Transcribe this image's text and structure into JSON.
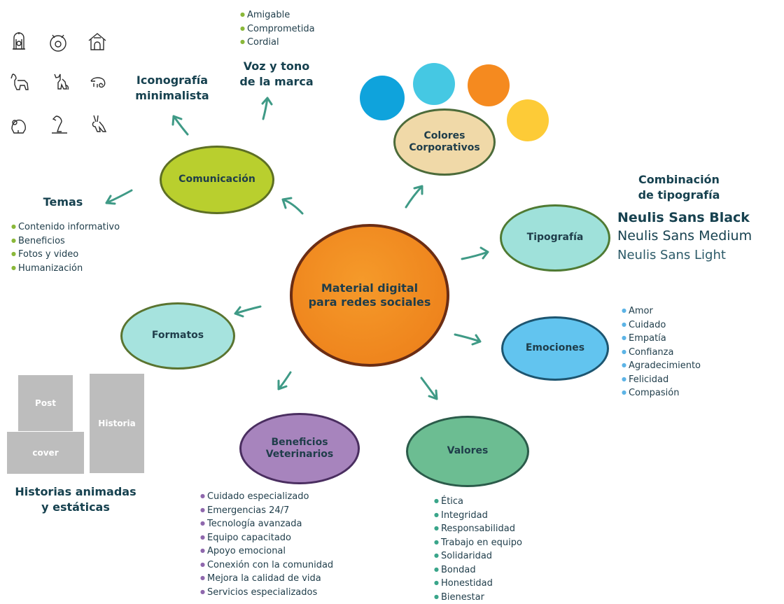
{
  "center": {
    "line1": "Material digital",
    "line2": "para redes sociales"
  },
  "comunicacion": {
    "label": "Comunicación"
  },
  "iconografia": {
    "title_line1": "Iconografía",
    "title_line2": "minimalista",
    "icons": [
      "bird-cage-icon",
      "hamster-ball-icon",
      "doghouse-icon",
      "dog-icon",
      "cat-icon",
      "chameleon-icon",
      "hamster-icon",
      "parrot-icon",
      "rabbit-icon"
    ]
  },
  "voz": {
    "title_line1": "Voz y tono",
    "title_line2": "de la marca",
    "items": [
      "Amigable",
      "Comprometida",
      "Cordial"
    ]
  },
  "colores": {
    "line1": "Colores",
    "line2": "Corporativos",
    "swatches": [
      "#0fa3dc",
      "#45c8e3",
      "#f58a1f",
      "#fdcb37"
    ]
  },
  "temas": {
    "title": "Temas",
    "items": [
      "Contenido informativo",
      "Beneficios",
      "Fotos y video",
      "Humanización"
    ]
  },
  "tipografia": {
    "label": "Tipografía",
    "title_line1": "Combinación",
    "title_line2": "de tipografía",
    "fonts": [
      "Neulis Sans Black",
      "Neulis Sans Medium",
      "Neulis Sans Light"
    ]
  },
  "emociones": {
    "label": "Emociones",
    "items": [
      "Amor",
      "Cuidado",
      "Empatía",
      "Confianza",
      "Agradecimiento",
      "Felicidad",
      "Compasión"
    ]
  },
  "formatos": {
    "label": "Formatos",
    "boxes": [
      "Post",
      "Historia",
      "cover"
    ],
    "caption_line1": "Historias animadas",
    "caption_line2": "y estáticas"
  },
  "beneficios": {
    "line1": "Beneficios",
    "line2": "Veterinarios",
    "items": [
      "Cuidado especializado",
      "Emergencias 24/7",
      "Tecnología avanzada",
      "Equipo capacitado",
      "Apoyo emocional",
      "Conexión con la comunidad",
      "Mejora la calidad de vida",
      "Servicios especializados"
    ]
  },
  "valores": {
    "label": "Valores",
    "items": [
      "Ética",
      "Integridad",
      "Responsabilidad",
      "Trabajo en equipo",
      "Solidaridad",
      "Bondad",
      "Honestidad",
      "Bienestar"
    ]
  },
  "colors": {
    "center": "#f0861c",
    "comunicacion": "#b9cf2e",
    "colores": "#f0d9a8",
    "tipografia": "#9fe1da",
    "emociones": "#62c4ef",
    "formatos": "#a6e3de",
    "beneficios": "#a784bd",
    "valores": "#6cbd92",
    "arrow": "#3f9a86",
    "heading": "#16414f"
  }
}
